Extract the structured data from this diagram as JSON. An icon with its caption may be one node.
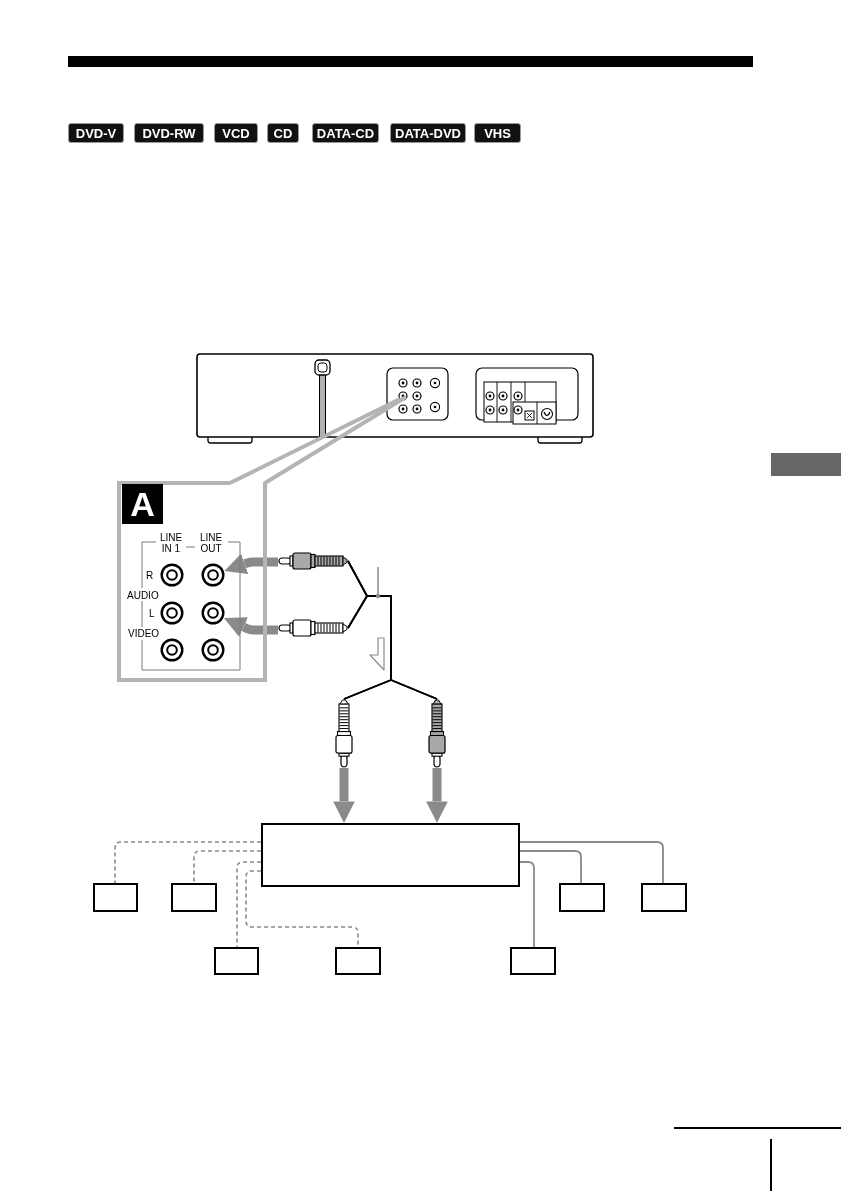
{
  "diagram": {
    "nodes": [
      {
        "text": [
          "DVD-V"
        ]
      },
      {
        "text": [
          "DVD-RW"
        ]
      },
      {
        "text": [
          "VCD"
        ]
      },
      {
        "text": [
          "CD"
        ]
      },
      {
        "text": [
          "DATA-CD"
        ]
      },
      {
        "text": [
          "DATA-DVD"
        ]
      },
      {
        "text": [
          "VHS"
        ]
      },
      {
        "text": [],
        "shape": "box"
      },
      {
        "text": [
          "A"
        ],
        "in": 7
      },
      {
        "text": [],
        "shape": "circle",
        "in": 7
      },
      {
        "text": [],
        "shape": "circle",
        "in": 7
      },
      {
        "text": [],
        "shape": "circle",
        "in": 7
      },
      {
        "text": [],
        "shape": "circle",
        "in": 7
      },
      {
        "text": [],
        "shape": "circle",
        "in": 7
      },
      {
        "text": [],
        "shape": "circle",
        "in": 7
      },
      {
        "text": [],
        "shape": "picture"
      },
      {
        "text": [],
        "shape": "picture"
      },
      {
        "text": [],
        "shape": "picture"
      },
      {
        "text": [],
        "shape": "picture"
      },
      {
        "text": [],
        "shape": "box"
      },
      {
        "text": [],
        "shape": "box"
      },
      {
        "text": [],
        "shape": "box"
      },
      {
        "text": [],
        "shape": "box"
      },
      {
        "text": [],
        "shape": "box"
      },
      {
        "text": [],
        "shape": "box"
      },
      {
        "text": [],
        "shape": "box"
      },
      {
        "text": [],
        "shape": "box"
      }
    ],
    "edges": [
      {
        "from": 15,
        "to": 10,
        "arrow": "to",
        "style": "thick"
      },
      {
        "from": 16,
        "to": 12,
        "arrow": "to",
        "style": "thick"
      },
      {
        "from": 15,
        "to": 17,
        "arrow": "none",
        "color": "#000000"
      },
      {
        "from": 15,
        "to": 18,
        "arrow": "none",
        "color": "#000000"
      },
      {
        "from": 16,
        "to": 17,
        "arrow": "none",
        "color": "#000000"
      },
      {
        "from": 16,
        "to": 18,
        "arrow": "none",
        "color": "#000000"
      },
      {
        "from": 17,
        "to": 19,
        "arrow": "to",
        "style": "thick"
      },
      {
        "from": 18,
        "to": 19,
        "arrow": "to",
        "style": "thick"
      },
      {
        "from": 19,
        "to": 20,
        "arrow": "none",
        "style": "dashed"
      },
      {
        "from": 19,
        "to": 21,
        "arrow": "none",
        "style": "dashed"
      },
      {
        "from": 19,
        "to": 24,
        "arrow": "none",
        "style": "dashed"
      },
      {
        "from": 19,
        "to": 25,
        "arrow": "none",
        "style": "dashed"
      },
      {
        "from": 19,
        "to": 26,
        "arrow": "none"
      },
      {
        "from": 19,
        "to": 22,
        "arrow": "none"
      },
      {
        "from": 19,
        "to": 23,
        "arrow": "none"
      }
    ],
    "labels": [
      "LINE IN 1",
      "LINE OUT",
      "R",
      "AUDIO",
      "L",
      "VIDEO"
    ]
  }
}
